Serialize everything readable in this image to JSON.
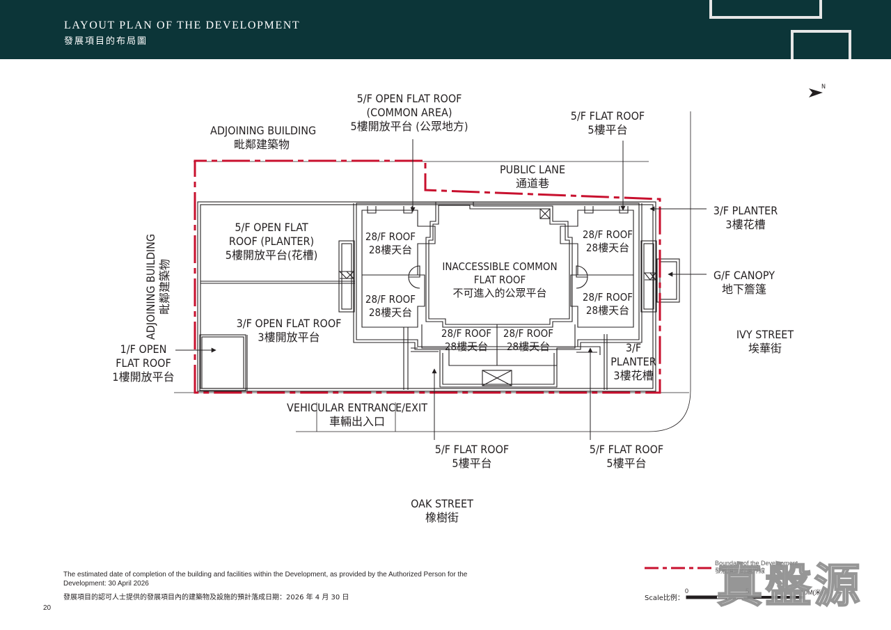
{
  "header": {
    "title_en": "LAYOUT PLAN OF THE DEVELOPMENT",
    "title_zh": "發展項目的布局圖"
  },
  "compass": {
    "label": "N"
  },
  "labels": {
    "adjoining_top_en": "ADJOINING BUILDING",
    "adjoining_top_zh": "毗鄰建築物",
    "adjoining_left_en": "ADJOINING BUILDING",
    "adjoining_left_zh": "毗鄰建築物",
    "open_roof_common_1": "5/F OPEN FLAT ROOF",
    "open_roof_common_2": "(COMMON AREA)",
    "open_roof_common_zh": "5樓開放平台 (公眾地方)",
    "flat_roof_5f_top_en": "5/F FLAT ROOF",
    "flat_roof_5f_top_zh": "5樓平台",
    "public_lane_en": "PUBLIC LANE",
    "public_lane_zh": "通道巷",
    "planter_3f_right_en": "3/F PLANTER",
    "planter_3f_right_zh": "3樓花槽",
    "open_roof_planter_1": "5/F OPEN FLAT",
    "open_roof_planter_2": "ROOF (PLANTER)",
    "open_roof_planter_zh": "5樓開放平台(花槽)",
    "roof_28f_en": "28/F ROOF",
    "roof_28f_zh": "28樓天台",
    "inaccessible_1": "INACCESSIBLE COMMON",
    "inaccessible_2": "FLAT ROOF",
    "inaccessible_zh": "不可進入的公眾平台",
    "canopy_en": "G/F CANOPY",
    "canopy_zh": "地下簷篷",
    "open_roof_3f_en": "3/F OPEN FLAT ROOF",
    "open_roof_3f_zh": "3樓開放平台",
    "ivy_street_en": "IVY STREET",
    "ivy_street_zh": "埃華街",
    "open_roof_1f_1": "1/F OPEN",
    "open_roof_1f_2": "FLAT ROOF",
    "open_roof_1f_zh": "1樓開放平台",
    "planter_3f_1": "3/F",
    "planter_3f_2": "PLANTER",
    "planter_3f_zh": "3樓花槽",
    "vehicular_en": "VEHICULAR ENTRANCE/EXIT",
    "vehicular_zh": "車輛出入口",
    "flat_roof_5f_bottom_en": "5/F FLAT ROOF",
    "flat_roof_5f_bottom_zh": "5樓平台",
    "oak_street_en": "OAK STREET",
    "oak_street_zh": "橡樹街"
  },
  "footnote": {
    "en": "The estimated date of completion of the building and facilities within the Development, as provided by the Authorized Person for the Development: 30 April 2026",
    "zh": "發展項目的認可人士提供的發展項目內的建築物及設施的預計落成日期：2026 年 4 月 30 日"
  },
  "page_number": "20",
  "legend": {
    "boundary_en": "Boundary of the Development",
    "boundary_zh": "發展項目的邊界線",
    "boundary_color": "#c8102e"
  },
  "scale": {
    "label": "Scale比例：",
    "ticks": [
      "0",
      "5",
      "10M(米)"
    ]
  },
  "watermark": "真盤源",
  "colors": {
    "header_bg": "#0c3538",
    "line": "#231f20",
    "boundary": "#c8102e"
  }
}
